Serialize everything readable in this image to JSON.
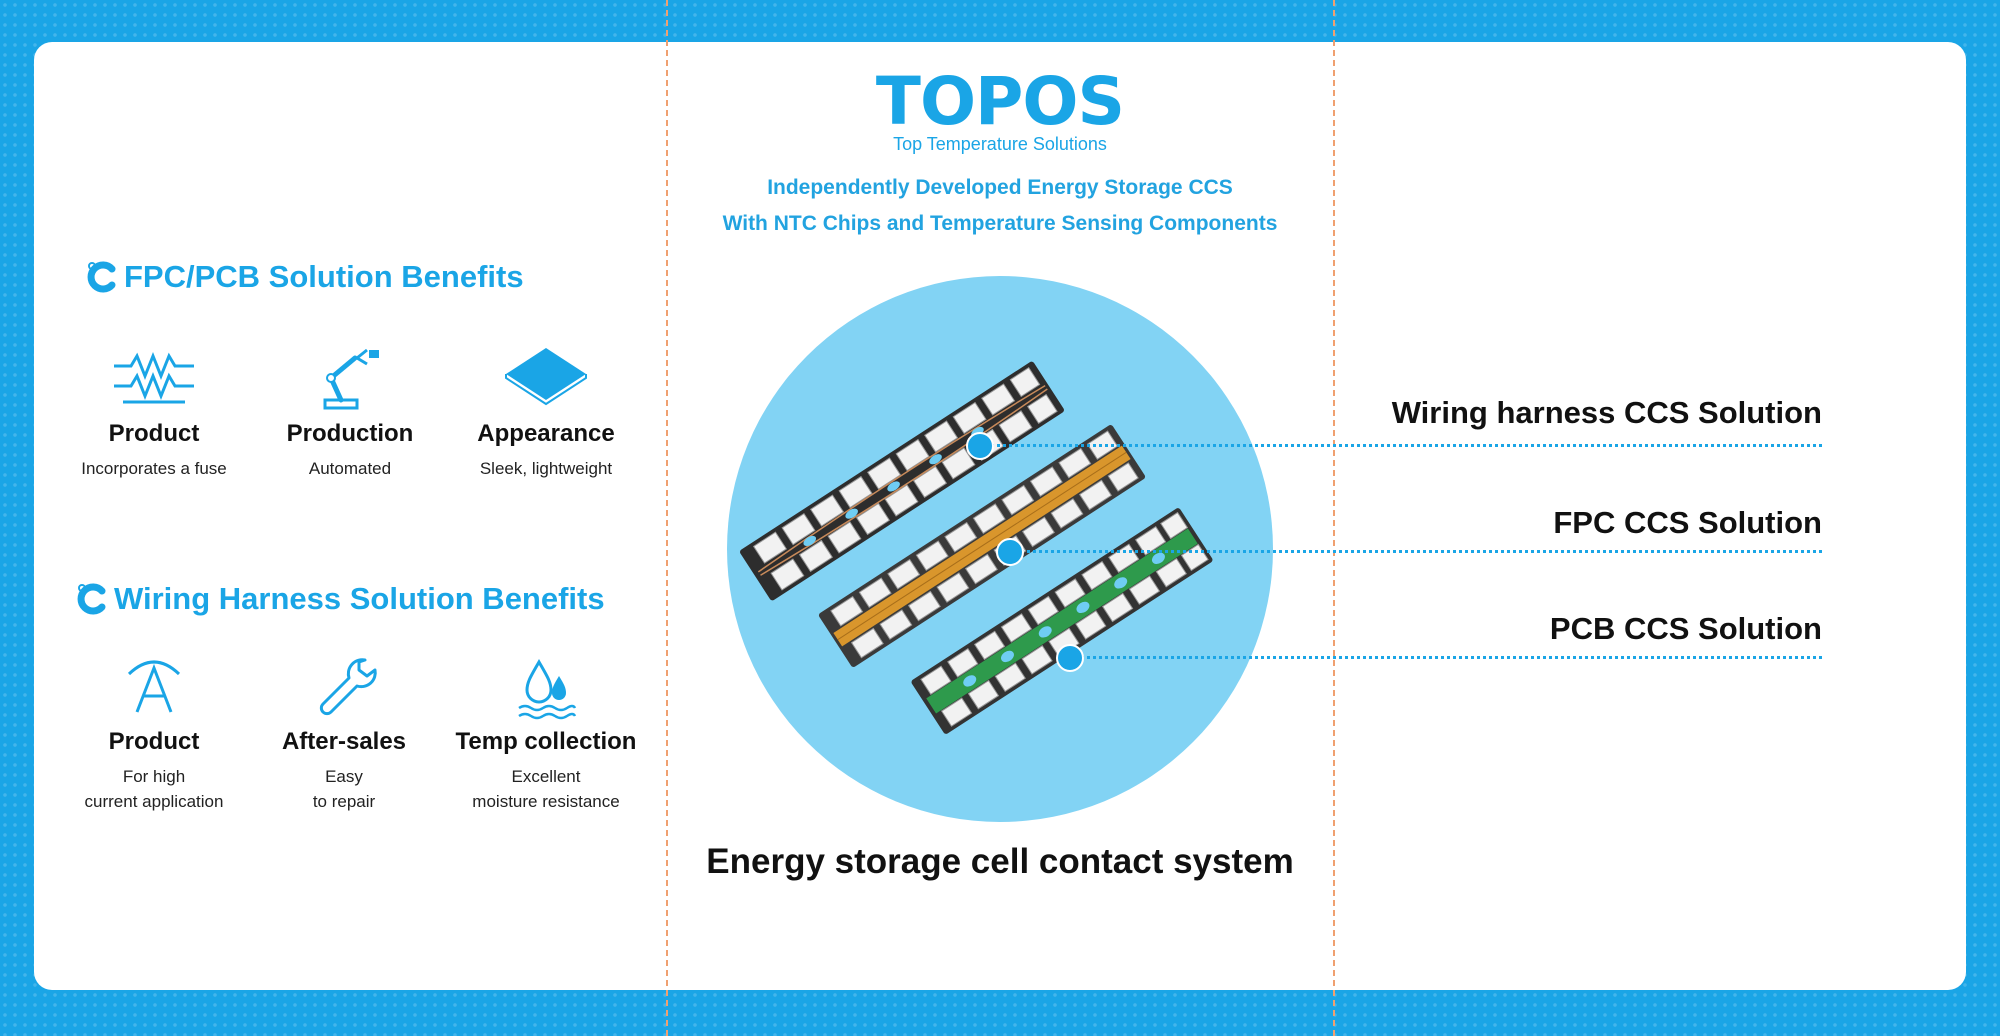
{
  "logo": {
    "word": "TOPOS",
    "tagline": "Top Temperature Solutions"
  },
  "header": {
    "line1": "Independently Developed Energy Storage CCS",
    "line2": "With NTC Chips and Temperature Sensing Components"
  },
  "fpc_section": {
    "title": "FPC/PCB Solution Benefits",
    "items": [
      {
        "title": "Product",
        "desc": "Incorporates a fuse",
        "icon": "fuse-icon"
      },
      {
        "title": "Production",
        "desc": "Automated",
        "icon": "robot-arm-icon"
      },
      {
        "title": "Appearance",
        "desc": "Sleek, lightweight",
        "icon": "thin-panel-icon"
      }
    ]
  },
  "wiring_section": {
    "title": "Wiring Harness Solution Benefits",
    "items": [
      {
        "title": "Product",
        "desc1": "For high",
        "desc2": "current application",
        "icon": "current-icon"
      },
      {
        "title": "After-sales",
        "desc1": "Easy",
        "desc2": "to repair",
        "icon": "wrench-icon"
      },
      {
        "title": "Temp collection",
        "desc1": "Excellent",
        "desc2": "moisture resistance",
        "icon": "water-drops-icon"
      }
    ]
  },
  "solutions": [
    "Wiring harness CCS Solution",
    "FPC CCS Solution",
    "PCB CCS Solution"
  ],
  "caption": "Energy storage cell contact system",
  "colors": {
    "brand_blue": "#1aa5e6",
    "circle_fill": "#82d3f4",
    "divider_orange": "#f0a070",
    "fpc_strip": "#d9962c",
    "pcb_strip": "#2e9a4c",
    "harness_base": "#2d2d2d"
  }
}
